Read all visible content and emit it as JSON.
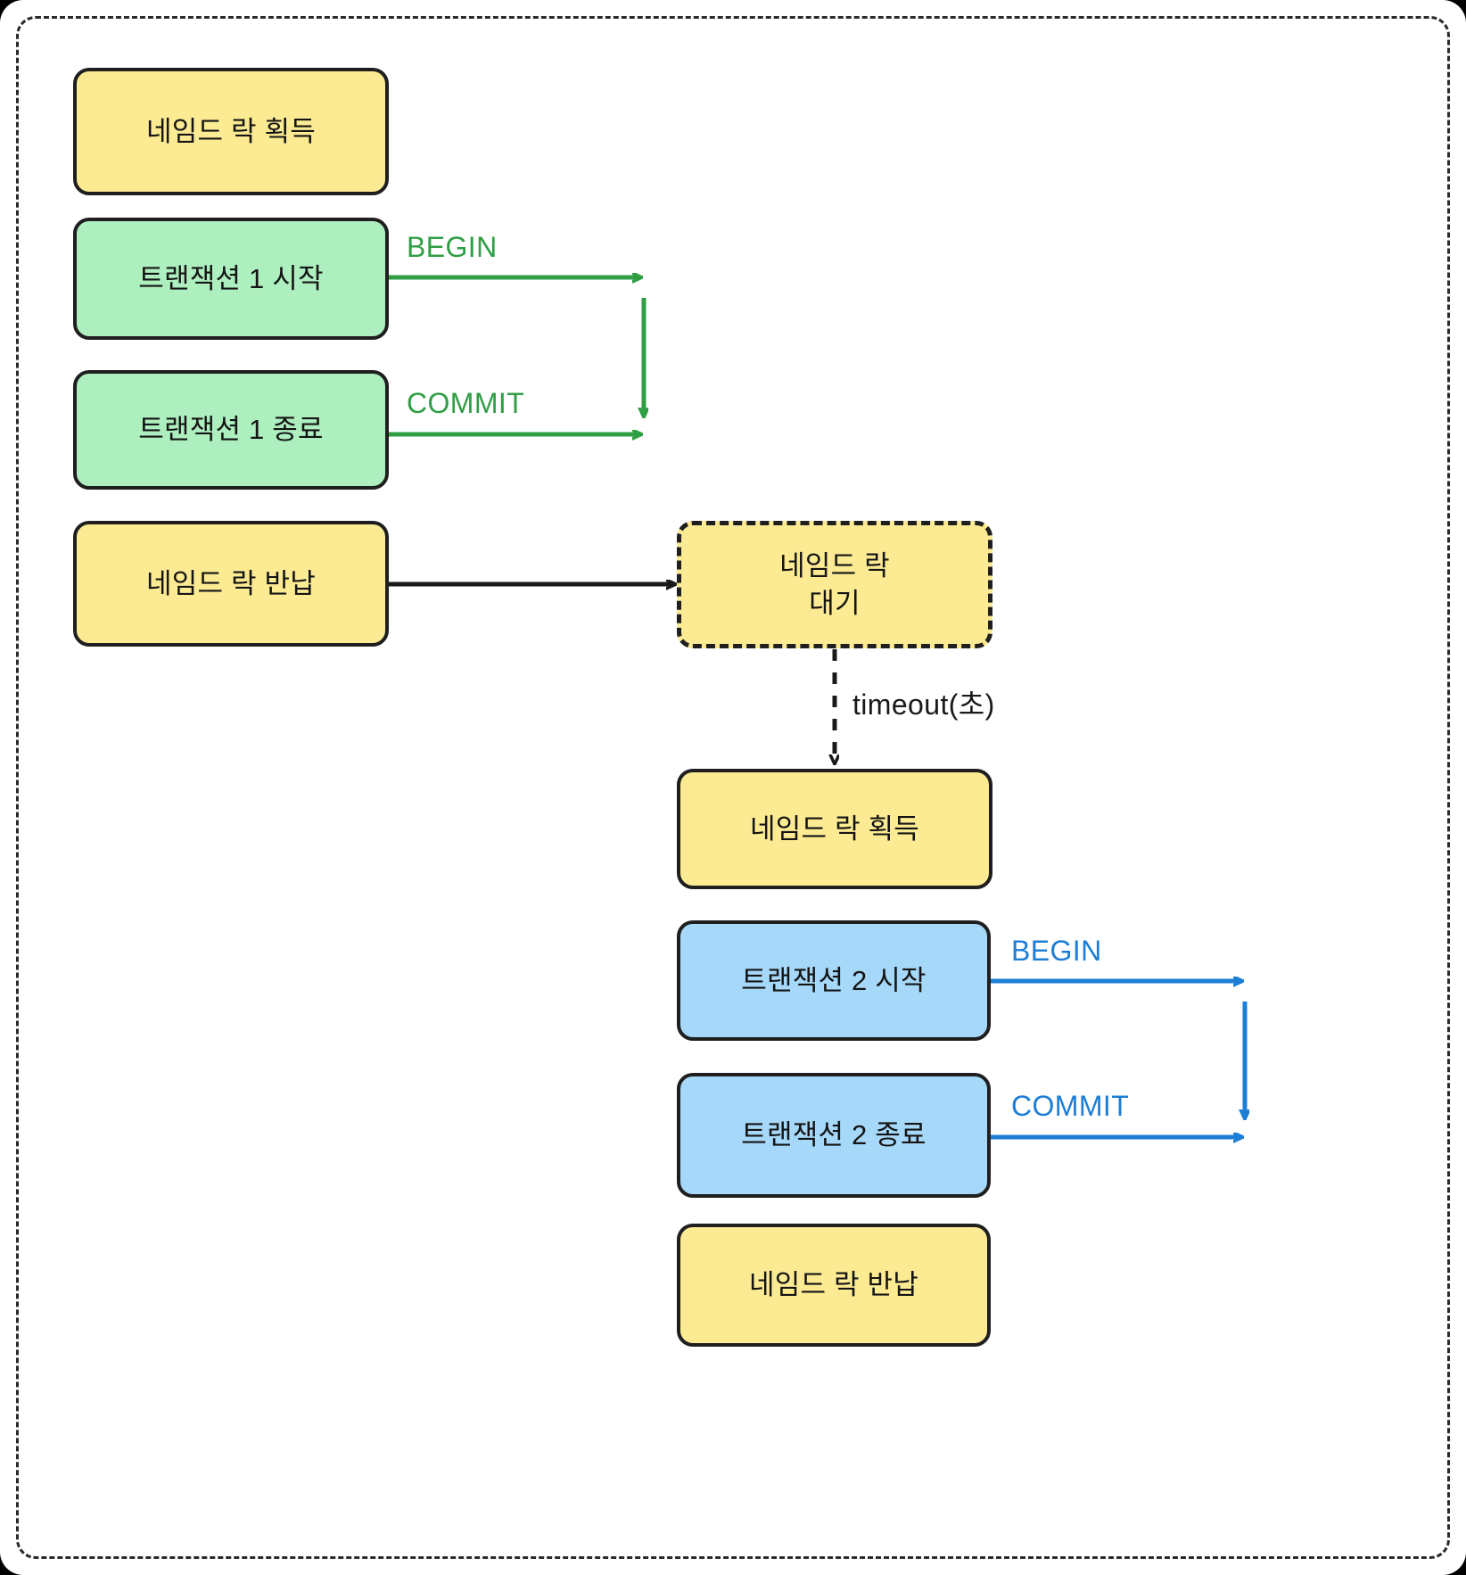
{
  "diagram": {
    "type": "flowchart",
    "title": "named-lock-transaction-flow",
    "colors": {
      "yellow_fill": "#fceb93",
      "green_fill": "#aeefbf",
      "blue_fill": "#a6d8f9",
      "stroke": "#1f1f1f",
      "green_edge": "#2f9e44",
      "blue_edge": "#1c7ed6",
      "black_edge": "#1a1a1a"
    },
    "left_flow": {
      "nodes": [
        {
          "id": "acquire-lock-1",
          "label": "네임드 락 획득",
          "fill": "yellow",
          "border": "solid"
        },
        {
          "id": "tx1-begin",
          "label": "트랜잭션 1 시작",
          "fill": "green",
          "border": "solid"
        },
        {
          "id": "tx1-end",
          "label": "트랜잭션 1 종료",
          "fill": "green",
          "border": "solid"
        },
        {
          "id": "release-lock-1",
          "label": "네임드 락 반납",
          "fill": "yellow",
          "border": "solid"
        }
      ],
      "edges": [
        {
          "id": "tx1-begin-edge",
          "label": "BEGIN",
          "color": "green"
        },
        {
          "id": "tx1-commit-edge",
          "label": "COMMIT",
          "color": "green"
        },
        {
          "id": "release-to-wait-edge",
          "label": "",
          "color": "black"
        }
      ]
    },
    "right_flow": {
      "nodes": [
        {
          "id": "lock-wait",
          "label": "네임드 락\n대기",
          "fill": "yellow",
          "border": "dashed"
        },
        {
          "id": "acquire-lock-2",
          "label": "네임드 락 획득",
          "fill": "yellow",
          "border": "solid"
        },
        {
          "id": "tx2-begin",
          "label": "트랜잭션 2 시작",
          "fill": "blue",
          "border": "solid"
        },
        {
          "id": "tx2-end",
          "label": "트랜잭션 2 종료",
          "fill": "blue",
          "border": "solid"
        },
        {
          "id": "release-lock-2",
          "label": "네임드 락 반납",
          "fill": "yellow",
          "border": "solid"
        }
      ],
      "edges": [
        {
          "id": "timeout-edge",
          "label": "timeout(초)",
          "color": "black",
          "style": "dashed"
        },
        {
          "id": "tx2-begin-edge",
          "label": "BEGIN",
          "color": "blue"
        },
        {
          "id": "tx2-commit-edge",
          "label": "COMMIT",
          "color": "blue"
        }
      ]
    }
  }
}
